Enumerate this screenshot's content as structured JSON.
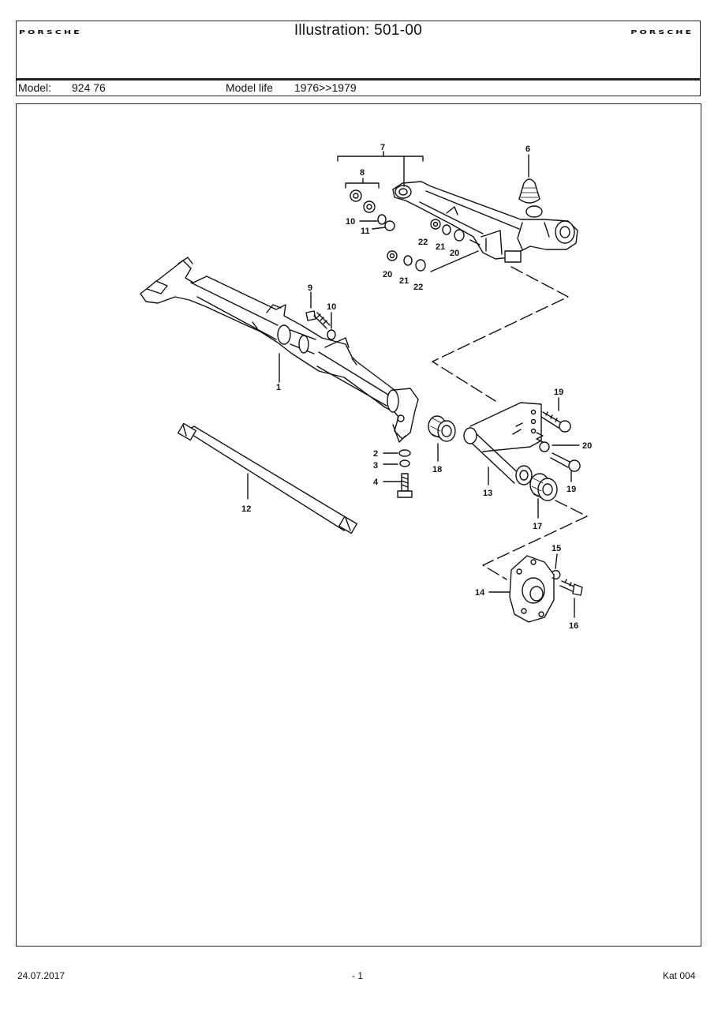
{
  "header": {
    "title": "Illustration: 501-00",
    "logo_left": "PORSCHE",
    "logo_right": "PORSCHE",
    "model_label": "Model:",
    "model_value": "924 76",
    "model_life_label": "Model life",
    "model_life_value": "1976>>1979"
  },
  "callouts": {
    "c1": "1",
    "c2": "2",
    "c3": "3",
    "c4": "4",
    "c6": "6",
    "c7": "7",
    "c8": "8",
    "c9": "9",
    "c10a": "10",
    "c10b": "10",
    "c11": "11",
    "c12": "12",
    "c13": "13",
    "c14": "14",
    "c15": "15",
    "c16": "16",
    "c17": "17",
    "c18": "18",
    "c19a": "19",
    "c19b": "19",
    "c20a": "20",
    "c20b": "20",
    "c20c": "20",
    "c21a": "21",
    "c21b": "21",
    "c22a": "22",
    "c22b": "22"
  },
  "footer": {
    "date": "24.07.2017",
    "page": "- 1",
    "catalog": "Kat 004"
  }
}
